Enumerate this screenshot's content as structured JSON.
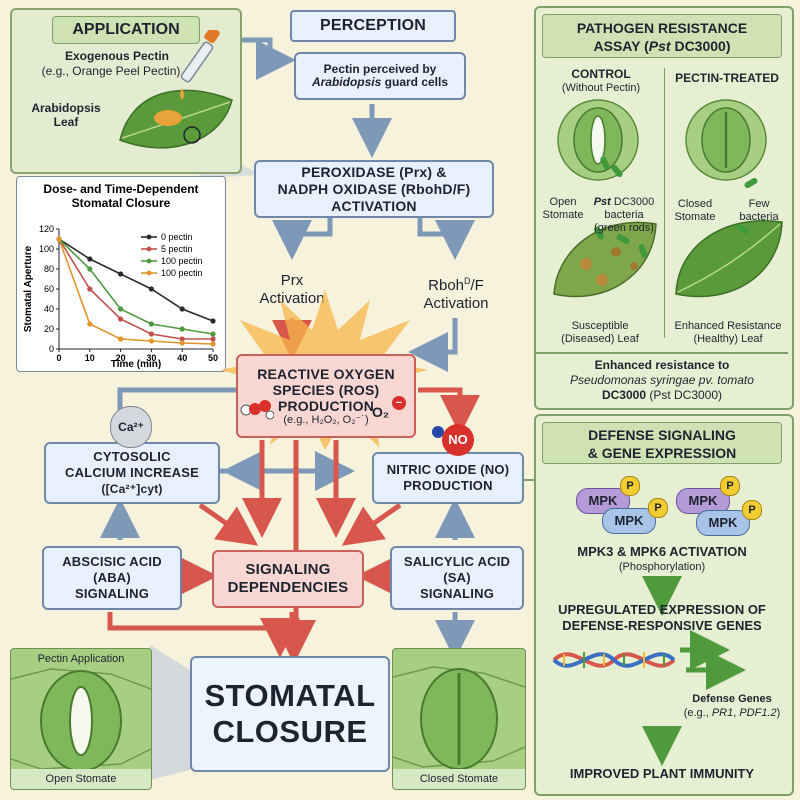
{
  "application": {
    "title": "APPLICATION",
    "pectin_line1": "Exogenous Pectin",
    "pectin_line2": "(e.g., Orange Peel Pectin)",
    "leaf_line1": "Arabidopsis",
    "leaf_line2": "Leaf"
  },
  "perception": {
    "title": "PERCEPTION",
    "line1": "Pectin perceived by",
    "line2_italic": "Arabidopsis",
    "line2_rest": " guard cells"
  },
  "enzymes": {
    "line1": "PEROXIDASE (Prx) &",
    "line2": "NADPH OXIDASE (RbohD/F)",
    "line3": "ACTIVATION"
  },
  "prx": {
    "line1": "Prx",
    "line2": "Activation"
  },
  "rboh": {
    "prefix": "Rboh",
    "sup": "D",
    "suffix": "/F",
    "line2": "Activation"
  },
  "ros": {
    "line1": "REACTIVE OXYGEN",
    "line2": "SPECIES (ROS)",
    "line3": "PRODUCTION",
    "line4": "(e.g., H₂O₂, O₂⁻˙)",
    "o2_label": "O₂",
    "o2_charge": "−"
  },
  "calcium": {
    "badge": "Ca²⁺",
    "line1": "CYTOSOLIC",
    "line2": "CALCIUM INCREASE",
    "line3": "([Ca²⁺]cyt)"
  },
  "no": {
    "badge": "NO",
    "line1": "NITRIC OXIDE (NO)",
    "line2": "PRODUCTION"
  },
  "aba": {
    "line1": "ABSCISIC ACID",
    "line2": "(ABA)",
    "line3": "SIGNALING"
  },
  "sa": {
    "line1": "SALICYLIC ACID",
    "line2": "(SA)",
    "line3": "SIGNALING"
  },
  "dependencies": {
    "line1": "SIGNALING",
    "line2": "DEPENDENCIES"
  },
  "closure": {
    "line1": "STOMATAL",
    "line2": "CLOSURE"
  },
  "open_stomate": {
    "top": "Pectin Application",
    "bottom": "Open Stomate"
  },
  "closed_stomate": {
    "bottom": "Closed Stomate"
  },
  "chart_data": {
    "type": "line",
    "title": "Dose- and Time-Dependent Stomatal Closure",
    "xlabel": "Time (min)",
    "ylabel": "Stomatal Aperture",
    "x": [
      0,
      10,
      20,
      30,
      40,
      50
    ],
    "xticks": [
      0,
      10,
      20,
      30,
      40,
      50
    ],
    "yticks": [
      0,
      20,
      40,
      60,
      80,
      100,
      120
    ],
    "xlim": [
      0,
      50
    ],
    "ylim": [
      0,
      120
    ],
    "legend_position": "top-right",
    "series": [
      {
        "name": "0 pectin",
        "color": "#2b2b2b",
        "values": [
          110,
          90,
          75,
          60,
          40,
          28
        ]
      },
      {
        "name": "5 pectin",
        "color": "#c0504d",
        "values": [
          110,
          60,
          30,
          15,
          10,
          10
        ]
      },
      {
        "name": "100 pectin",
        "color": "#4e9a3e",
        "values": [
          110,
          80,
          40,
          25,
          20,
          15
        ]
      },
      {
        "name": "100 pectin",
        "color": "#e0962c",
        "values": [
          110,
          25,
          10,
          8,
          6,
          5
        ]
      }
    ]
  },
  "pathogen": {
    "title_line1": "PATHOGEN RESISTANCE",
    "title_line2_prefix": "ASSAY (",
    "title_line2_italic": "Pst",
    "title_line2_suffix": " DC3000)",
    "control_line1": "CONTROL",
    "control_line2": "(Without Pectin)",
    "treated": "PECTIN-TREATED",
    "open_line1": "Open",
    "open_line2": "Stomate",
    "bacteria_italic": "Pst",
    "bacteria_line1": " DC3000",
    "bacteria_line2": "bacteria",
    "bacteria_line3": "(green rods)",
    "closed_line1": "Closed",
    "closed_line2": "Stomate",
    "few_line1": "Few",
    "few_line2": "bacteria",
    "susceptible_line1": "Susceptible",
    "susceptible_line2": "(Diseased) Leaf",
    "enhanced_line1": "Enhanced Resistance",
    "enhanced_line2": "(Healthy) Leaf",
    "summary_line1": "Enhanced resistance to",
    "summary_line2": "Pseudomonas syringae pv. tomato",
    "summary_line3_bold": "DC3000",
    "summary_line3_rest": " (Pst DC3000)"
  },
  "defense": {
    "title_line1": "DEFENSE SIGNALING",
    "title_line2": "& GENE EXPRESSION",
    "mpk_label": "MPK",
    "p_label": "P",
    "mpk_line1": "MPK3 & MPK6 ACTIVATION",
    "mpk_line2": "(Phosphorylation)",
    "genes_line1": "UPREGULATED EXPRESSION OF",
    "genes_line2": "DEFENSE-RESPONSIVE GENES",
    "defense_genes": "Defense Genes",
    "defense_eg_prefix": "(e.g., ",
    "defense_eg_pr1": "PR1",
    "defense_eg_sep": ", ",
    "defense_eg_pdf": "PDF1.2",
    "defense_eg_suffix": ")",
    "immunity": "IMPROVED PLANT IMMUNITY"
  },
  "colors": {
    "background": "#f6f2dc",
    "blue_box": "#e8f0fb",
    "pink_box": "#f8d7d2",
    "red_arrow": "#d8574d",
    "blue_arrow": "#7e98b8",
    "green_arrow": "#4f9a3a"
  }
}
